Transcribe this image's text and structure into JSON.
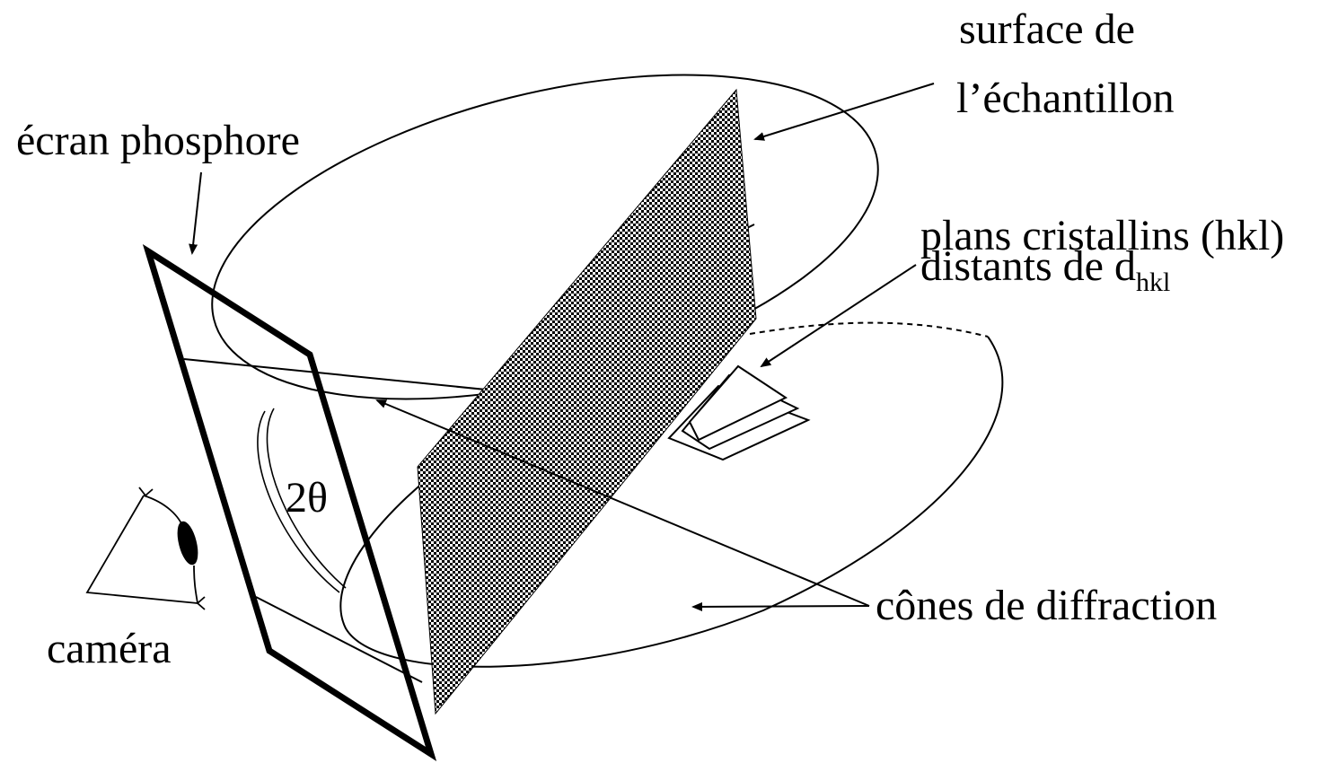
{
  "labels": {
    "surface_line1": "surface de",
    "surface_line2": "l’échantillon",
    "screen": "écran phosphore",
    "planes_line1": "plans cristallins (hkl)",
    "planes_line2": "distants de d",
    "planes_subscript": "hkl",
    "angle": "2θ",
    "camera": "caméra",
    "cones": "cônes de diffraction"
  }
}
